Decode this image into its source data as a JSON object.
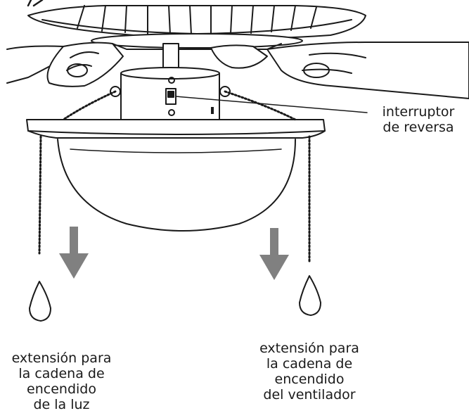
{
  "labels": {
    "reverse_switch": [
      "interruptor",
      "de reversa"
    ],
    "light_chain": [
      "extensión para",
      "la cadena de",
      "encendido",
      "de la luz"
    ],
    "fan_chain": [
      "extensión para",
      "la cadena de",
      "encendido",
      "del ventilador"
    ]
  },
  "colors": {
    "line": "#1a1a1a",
    "arrow": "#808080",
    "background": "#ffffff"
  }
}
